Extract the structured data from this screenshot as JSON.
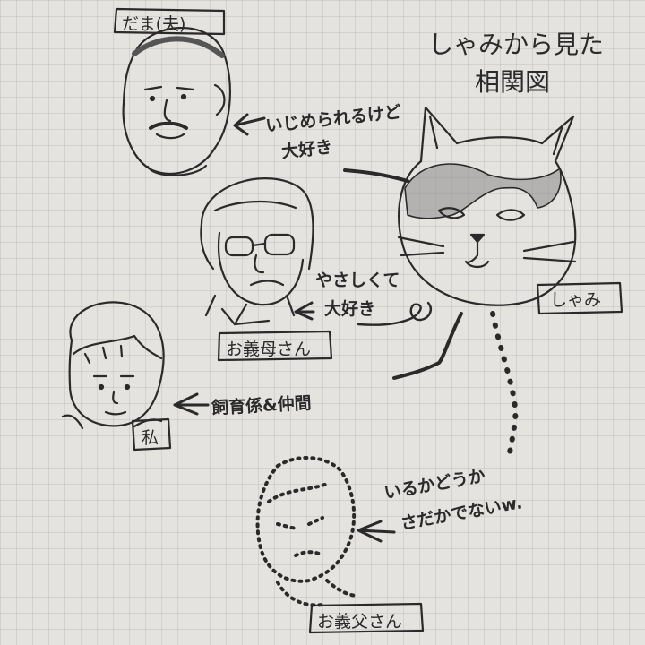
{
  "title": {
    "line1": "しゃみから見た",
    "line2": "相関図"
  },
  "people": {
    "dama": {
      "name": "だま(夫)",
      "note_line1": "いじめられるけど",
      "note_line2": "大好き"
    },
    "mother_in_law": {
      "name": "お義母さん",
      "note_line1": "やさしくて",
      "note_line2": "大好き"
    },
    "me": {
      "name": "私",
      "note": "飼育係&仲間"
    },
    "father_in_law": {
      "name": "お義父さん",
      "note_line1": "いるかどうか",
      "note_line2": "さだかでないw."
    }
  },
  "cat": {
    "name": "しゃみ"
  },
  "colors": {
    "pencil": "#2a2a2a",
    "paper": "#e4e3e0",
    "grid": "#b4b4b4"
  }
}
